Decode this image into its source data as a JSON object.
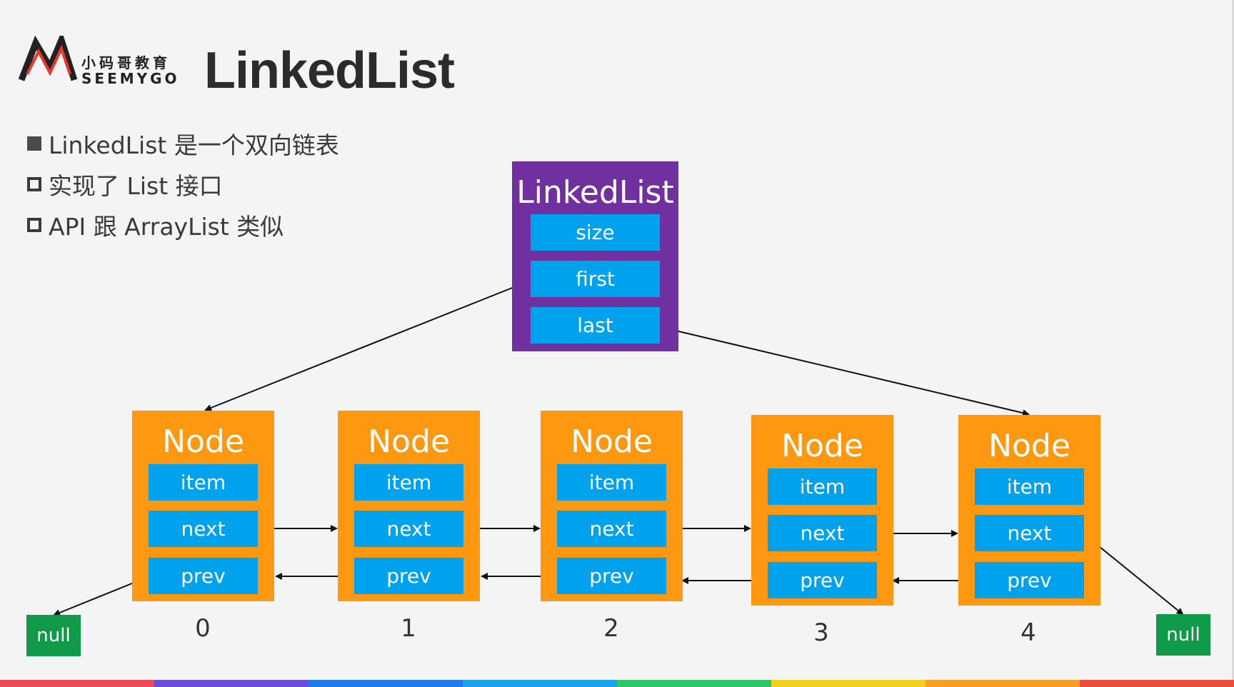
{
  "header": {
    "logo_cn": "小码哥教育",
    "logo_en": "SEEMYGO",
    "title": "LinkedList"
  },
  "bullets": [
    {
      "style": "filled",
      "text": "LinkedList 是一个双向链表"
    },
    {
      "style": "hollow",
      "text": "实现了 List 接口"
    },
    {
      "style": "hollow",
      "text": "API 跟 ArrayList 类似"
    }
  ],
  "linkedlist": {
    "title": "LinkedList",
    "fields": [
      "size",
      "first",
      "last"
    ]
  },
  "nodes": [
    {
      "title": "Node",
      "fields": [
        "item",
        "next",
        "prev"
      ],
      "index": "0"
    },
    {
      "title": "Node",
      "fields": [
        "item",
        "next",
        "prev"
      ],
      "index": "1"
    },
    {
      "title": "Node",
      "fields": [
        "item",
        "next",
        "prev"
      ],
      "index": "2"
    },
    {
      "title": "Node",
      "fields": [
        "item",
        "next",
        "prev"
      ],
      "index": "3"
    },
    {
      "title": "Node",
      "fields": [
        "item",
        "next",
        "prev"
      ],
      "index": "4"
    }
  ],
  "null_left": "null",
  "null_right": "null",
  "colors": {
    "linkedlist_box": "#7030a0",
    "node_box": "#ff9811",
    "field_box": "#00a2ed",
    "null_box": "#109b4b",
    "rainbow": [
      "#ef4a5a",
      "#6a4fd6",
      "#1e7be8",
      "#1aa3e8",
      "#2fc36a",
      "#f0d21e",
      "#f5a020",
      "#ef4a3e"
    ]
  }
}
